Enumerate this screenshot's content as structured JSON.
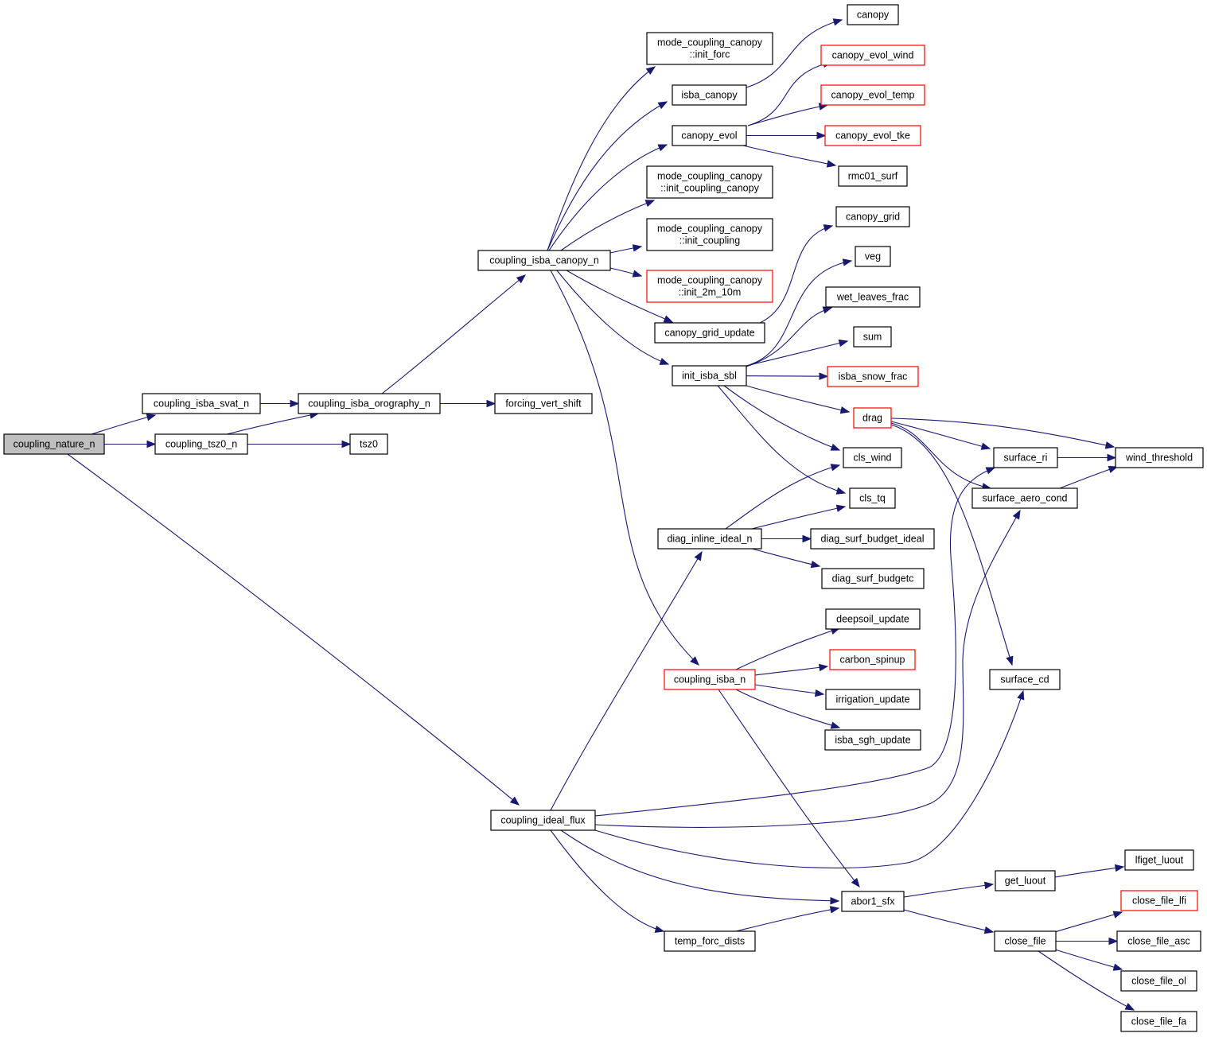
{
  "title": "coupling_nature_n call graph",
  "colors": {
    "edge": "#191970",
    "root_fill": "#bfbfbf",
    "link_border": "#000000",
    "truncated_border": "#ff0000"
  },
  "nodes": [
    {
      "id": "coupling_nature_n",
      "lines": [
        "coupling_nature_n"
      ],
      "style": "root"
    },
    {
      "id": "coupling_isba_svat_n",
      "lines": [
        "coupling_isba_svat_n"
      ],
      "style": "normal"
    },
    {
      "id": "coupling_tsz0_n",
      "lines": [
        "coupling_tsz0_n"
      ],
      "style": "normal"
    },
    {
      "id": "coupling_isba_orography_n",
      "lines": [
        "coupling_isba_orography_n"
      ],
      "style": "normal"
    },
    {
      "id": "tsz0",
      "lines": [
        "tsz0"
      ],
      "style": "normal"
    },
    {
      "id": "coupling_isba_canopy_n",
      "lines": [
        "coupling_isba_canopy_n"
      ],
      "style": "normal"
    },
    {
      "id": "forcing_vert_shift",
      "lines": [
        "forcing_vert_shift"
      ],
      "style": "normal"
    },
    {
      "id": "coupling_ideal_flux",
      "lines": [
        "coupling_ideal_flux"
      ],
      "style": "normal"
    },
    {
      "id": "init_forc",
      "lines": [
        "mode_coupling_canopy",
        "::init_forc"
      ],
      "style": "normal"
    },
    {
      "id": "isba_canopy",
      "lines": [
        "isba_canopy"
      ],
      "style": "normal"
    },
    {
      "id": "canopy_evol",
      "lines": [
        "canopy_evol"
      ],
      "style": "normal"
    },
    {
      "id": "init_coupling_canopy",
      "lines": [
        "mode_coupling_canopy",
        "::init_coupling_canopy"
      ],
      "style": "normal"
    },
    {
      "id": "init_coupling",
      "lines": [
        "mode_coupling_canopy",
        "::init_coupling"
      ],
      "style": "normal"
    },
    {
      "id": "init_2m_10m",
      "lines": [
        "mode_coupling_canopy",
        "::init_2m_10m"
      ],
      "style": "truncated"
    },
    {
      "id": "canopy_grid_update",
      "lines": [
        "canopy_grid_update"
      ],
      "style": "normal"
    },
    {
      "id": "init_isba_sbl",
      "lines": [
        "init_isba_sbl"
      ],
      "style": "normal"
    },
    {
      "id": "diag_inline_ideal_n",
      "lines": [
        "diag_inline_ideal_n"
      ],
      "style": "normal"
    },
    {
      "id": "coupling_isba_n",
      "lines": [
        "coupling_isba_n"
      ],
      "style": "truncated"
    },
    {
      "id": "temp_forc_dists",
      "lines": [
        "temp_forc_dists"
      ],
      "style": "normal"
    },
    {
      "id": "canopy",
      "lines": [
        "canopy"
      ],
      "style": "normal"
    },
    {
      "id": "canopy_evol_wind",
      "lines": [
        "canopy_evol_wind"
      ],
      "style": "truncated"
    },
    {
      "id": "canopy_evol_temp",
      "lines": [
        "canopy_evol_temp"
      ],
      "style": "truncated"
    },
    {
      "id": "canopy_evol_tke",
      "lines": [
        "canopy_evol_tke"
      ],
      "style": "truncated"
    },
    {
      "id": "rmc01_surf",
      "lines": [
        "rmc01_surf"
      ],
      "style": "normal"
    },
    {
      "id": "canopy_grid",
      "lines": [
        "canopy_grid"
      ],
      "style": "normal"
    },
    {
      "id": "veg",
      "lines": [
        "veg"
      ],
      "style": "normal"
    },
    {
      "id": "wet_leaves_frac",
      "lines": [
        "wet_leaves_frac"
      ],
      "style": "normal"
    },
    {
      "id": "sum",
      "lines": [
        "sum"
      ],
      "style": "normal"
    },
    {
      "id": "isba_snow_frac",
      "lines": [
        "isba_snow_frac"
      ],
      "style": "truncated"
    },
    {
      "id": "drag",
      "lines": [
        "drag"
      ],
      "style": "truncated"
    },
    {
      "id": "cls_wind",
      "lines": [
        "cls_wind"
      ],
      "style": "normal"
    },
    {
      "id": "cls_tq",
      "lines": [
        "cls_tq"
      ],
      "style": "normal"
    },
    {
      "id": "diag_surf_budget_ideal",
      "lines": [
        "diag_surf_budget_ideal"
      ],
      "style": "normal"
    },
    {
      "id": "diag_surf_budgetc",
      "lines": [
        "diag_surf_budgetc"
      ],
      "style": "normal"
    },
    {
      "id": "deepsoil_update",
      "lines": [
        "deepsoil_update"
      ],
      "style": "normal"
    },
    {
      "id": "carbon_spinup",
      "lines": [
        "carbon_spinup"
      ],
      "style": "truncated"
    },
    {
      "id": "irrigation_update",
      "lines": [
        "irrigation_update"
      ],
      "style": "normal"
    },
    {
      "id": "isba_sgh_update",
      "lines": [
        "isba_sgh_update"
      ],
      "style": "normal"
    },
    {
      "id": "abor1_sfx",
      "lines": [
        "abor1_sfx"
      ],
      "style": "normal"
    },
    {
      "id": "surface_ri",
      "lines": [
        "surface_ri"
      ],
      "style": "normal"
    },
    {
      "id": "surface_aero_cond",
      "lines": [
        "surface_aero_cond"
      ],
      "style": "normal"
    },
    {
      "id": "surface_cd",
      "lines": [
        "surface_cd"
      ],
      "style": "normal"
    },
    {
      "id": "wind_threshold",
      "lines": [
        "wind_threshold"
      ],
      "style": "normal"
    },
    {
      "id": "get_luout",
      "lines": [
        "get_luout"
      ],
      "style": "normal"
    },
    {
      "id": "close_file",
      "lines": [
        "close_file"
      ],
      "style": "normal"
    },
    {
      "id": "lfiget_luout",
      "lines": [
        "lfiget_luout"
      ],
      "style": "normal"
    },
    {
      "id": "close_file_lfi",
      "lines": [
        "close_file_lfi"
      ],
      "style": "truncated"
    },
    {
      "id": "close_file_asc",
      "lines": [
        "close_file_asc"
      ],
      "style": "normal"
    },
    {
      "id": "close_file_ol",
      "lines": [
        "close_file_ol"
      ],
      "style": "normal"
    },
    {
      "id": "close_file_fa",
      "lines": [
        "close_file_fa"
      ],
      "style": "normal"
    }
  ],
  "edges": [
    [
      "coupling_nature_n",
      "coupling_isba_svat_n"
    ],
    [
      "coupling_nature_n",
      "coupling_tsz0_n"
    ],
    [
      "coupling_nature_n",
      "coupling_ideal_flux"
    ],
    [
      "coupling_isba_svat_n",
      "coupling_isba_orography_n"
    ],
    [
      "coupling_tsz0_n",
      "coupling_isba_orography_n"
    ],
    [
      "coupling_tsz0_n",
      "tsz0"
    ],
    [
      "coupling_isba_orography_n",
      "coupling_isba_canopy_n"
    ],
    [
      "coupling_isba_orography_n",
      "forcing_vert_shift"
    ],
    [
      "coupling_isba_canopy_n",
      "init_forc"
    ],
    [
      "coupling_isba_canopy_n",
      "isba_canopy"
    ],
    [
      "coupling_isba_canopy_n",
      "canopy_evol"
    ],
    [
      "coupling_isba_canopy_n",
      "init_coupling_canopy"
    ],
    [
      "coupling_isba_canopy_n",
      "init_coupling"
    ],
    [
      "coupling_isba_canopy_n",
      "init_2m_10m"
    ],
    [
      "coupling_isba_canopy_n",
      "canopy_grid_update"
    ],
    [
      "coupling_isba_canopy_n",
      "init_isba_sbl"
    ],
    [
      "coupling_isba_canopy_n",
      "coupling_isba_n"
    ],
    [
      "isba_canopy",
      "canopy"
    ],
    [
      "canopy_evol",
      "canopy_evol_wind"
    ],
    [
      "canopy_evol",
      "canopy_evol_temp"
    ],
    [
      "canopy_evol",
      "canopy_evol_tke"
    ],
    [
      "canopy_evol",
      "rmc01_surf"
    ],
    [
      "canopy_grid_update",
      "canopy_grid"
    ],
    [
      "init_isba_sbl",
      "veg"
    ],
    [
      "init_isba_sbl",
      "wet_leaves_frac"
    ],
    [
      "init_isba_sbl",
      "sum"
    ],
    [
      "init_isba_sbl",
      "isba_snow_frac"
    ],
    [
      "init_isba_sbl",
      "drag"
    ],
    [
      "init_isba_sbl",
      "cls_wind"
    ],
    [
      "init_isba_sbl",
      "cls_tq"
    ],
    [
      "drag",
      "surface_ri"
    ],
    [
      "drag",
      "surface_aero_cond"
    ],
    [
      "drag",
      "surface_cd"
    ],
    [
      "drag",
      "wind_threshold"
    ],
    [
      "surface_ri",
      "wind_threshold"
    ],
    [
      "surface_aero_cond",
      "wind_threshold"
    ],
    [
      "diag_inline_ideal_n",
      "cls_wind"
    ],
    [
      "diag_inline_ideal_n",
      "cls_tq"
    ],
    [
      "diag_inline_ideal_n",
      "diag_surf_budget_ideal"
    ],
    [
      "diag_inline_ideal_n",
      "diag_surf_budgetc"
    ],
    [
      "coupling_isba_n",
      "deepsoil_update"
    ],
    [
      "coupling_isba_n",
      "carbon_spinup"
    ],
    [
      "coupling_isba_n",
      "irrigation_update"
    ],
    [
      "coupling_isba_n",
      "isba_sgh_update"
    ],
    [
      "coupling_isba_n",
      "abor1_sfx"
    ],
    [
      "coupling_ideal_flux",
      "diag_inline_ideal_n"
    ],
    [
      "coupling_ideal_flux",
      "surface_ri"
    ],
    [
      "coupling_ideal_flux",
      "surface_aero_cond"
    ],
    [
      "coupling_ideal_flux",
      "surface_cd"
    ],
    [
      "coupling_ideal_flux",
      "abor1_sfx"
    ],
    [
      "coupling_ideal_flux",
      "temp_forc_dists"
    ],
    [
      "temp_forc_dists",
      "abor1_sfx"
    ],
    [
      "abor1_sfx",
      "get_luout"
    ],
    [
      "abor1_sfx",
      "close_file"
    ],
    [
      "get_luout",
      "lfiget_luout"
    ],
    [
      "close_file",
      "close_file_lfi"
    ],
    [
      "close_file",
      "close_file_asc"
    ],
    [
      "close_file",
      "close_file_ol"
    ],
    [
      "close_file",
      "close_file_fa"
    ]
  ]
}
